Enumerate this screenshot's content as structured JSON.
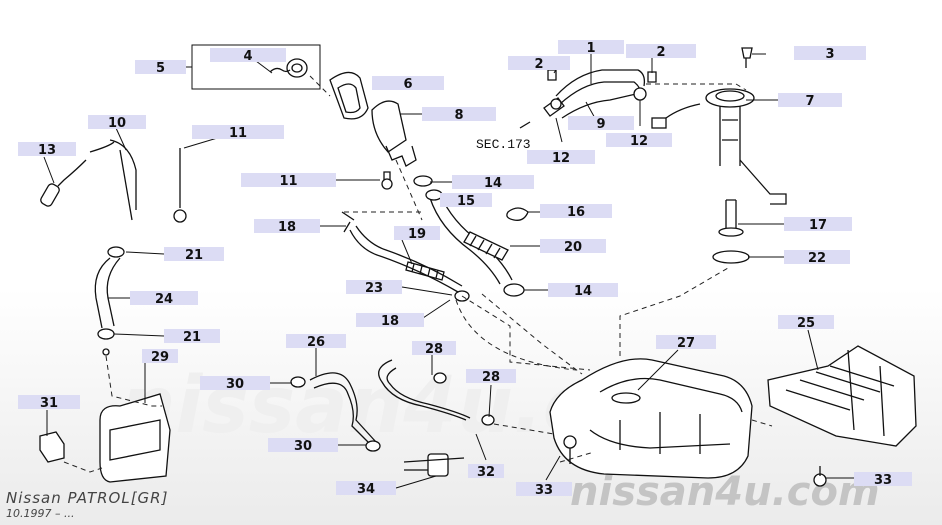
{
  "diagram": {
    "caption_model": "Nissan PATROL[GR]",
    "caption_date": "10.1997 – ...",
    "section_ref": "SEC.173",
    "watermark_center": "nissan4u.com",
    "watermark_corner": "nissan4u.com"
  },
  "callouts": [
    {
      "id": "c1",
      "text": "1"
    },
    {
      "id": "c2a",
      "text": "2"
    },
    {
      "id": "c2b",
      "text": "2"
    },
    {
      "id": "c3",
      "text": "3"
    },
    {
      "id": "c4",
      "text": "4"
    },
    {
      "id": "c5",
      "text": "5"
    },
    {
      "id": "c6",
      "text": "6"
    },
    {
      "id": "c7",
      "text": "7"
    },
    {
      "id": "c8",
      "text": "8"
    },
    {
      "id": "c9",
      "text": "9"
    },
    {
      "id": "c10",
      "text": "10"
    },
    {
      "id": "c11a",
      "text": "11"
    },
    {
      "id": "c11b",
      "text": "11"
    },
    {
      "id": "c12a",
      "text": "12"
    },
    {
      "id": "c12b",
      "text": "12"
    },
    {
      "id": "c13",
      "text": "13"
    },
    {
      "id": "c14a",
      "text": "14"
    },
    {
      "id": "c14b",
      "text": "14"
    },
    {
      "id": "c15",
      "text": "15"
    },
    {
      "id": "c16",
      "text": "16"
    },
    {
      "id": "c17",
      "text": "17"
    },
    {
      "id": "c18a",
      "text": "18"
    },
    {
      "id": "c18b",
      "text": "18"
    },
    {
      "id": "c19",
      "text": "19"
    },
    {
      "id": "c20",
      "text": "20"
    },
    {
      "id": "c21a",
      "text": "21"
    },
    {
      "id": "c21b",
      "text": "21"
    },
    {
      "id": "c22",
      "text": "22"
    },
    {
      "id": "c23",
      "text": "23"
    },
    {
      "id": "c24",
      "text": "24"
    },
    {
      "id": "c25",
      "text": "25"
    },
    {
      "id": "c26",
      "text": "26"
    },
    {
      "id": "c27",
      "text": "27"
    },
    {
      "id": "c28a",
      "text": "28"
    },
    {
      "id": "c28b",
      "text": "28"
    },
    {
      "id": "c29",
      "text": "29"
    },
    {
      "id": "c30a",
      "text": "30"
    },
    {
      "id": "c30b",
      "text": "30"
    },
    {
      "id": "c31",
      "text": "31"
    },
    {
      "id": "c32",
      "text": "32"
    },
    {
      "id": "c33a",
      "text": "33"
    },
    {
      "id": "c33b",
      "text": "33"
    },
    {
      "id": "c34",
      "text": "34"
    }
  ]
}
